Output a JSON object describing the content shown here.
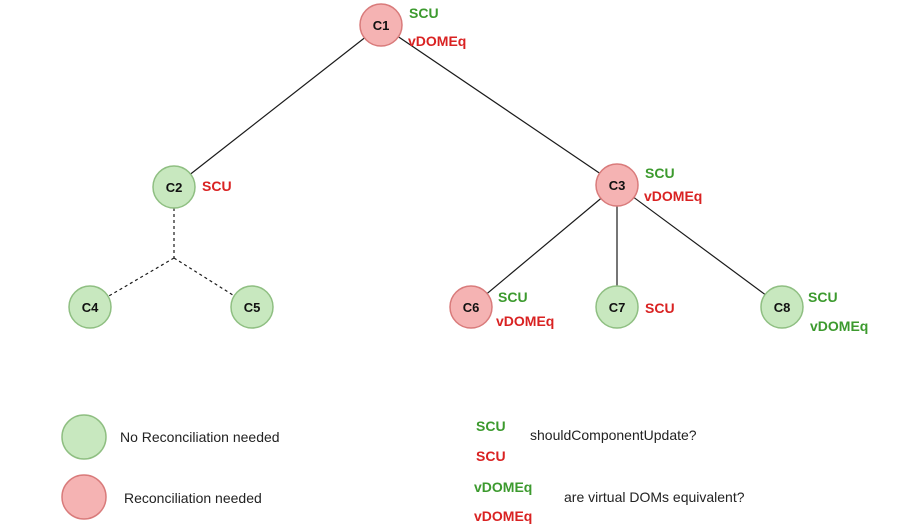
{
  "colors": {
    "green_fill": "#c8e8bf",
    "green_stroke": "#8fbf82",
    "red_fill": "#f5b3b3",
    "red_stroke": "#d97b7b",
    "green_text": "#3c9a2e",
    "red_text": "#d92222",
    "edge": "#1a1a1a"
  },
  "nodes": {
    "c1": {
      "label": "C1",
      "state": "red",
      "tags": [
        {
          "text": "SCU",
          "color": "green"
        },
        {
          "text": "vDOMEq",
          "color": "red"
        }
      ]
    },
    "c2": {
      "label": "C2",
      "state": "green",
      "tags": [
        {
          "text": "SCU",
          "color": "red"
        }
      ]
    },
    "c3": {
      "label": "C3",
      "state": "red",
      "tags": [
        {
          "text": "SCU",
          "color": "green"
        },
        {
          "text": "vDOMEq",
          "color": "red"
        }
      ]
    },
    "c4": {
      "label": "C4",
      "state": "green",
      "tags": []
    },
    "c5": {
      "label": "C5",
      "state": "green",
      "tags": []
    },
    "c6": {
      "label": "C6",
      "state": "red",
      "tags": [
        {
          "text": "SCU",
          "color": "green"
        },
        {
          "text": "vDOMEq",
          "color": "red"
        }
      ]
    },
    "c7": {
      "label": "C7",
      "state": "green",
      "tags": [
        {
          "text": "SCU",
          "color": "red"
        }
      ]
    },
    "c8": {
      "label": "C8",
      "state": "green",
      "tags": [
        {
          "text": "SCU",
          "color": "green"
        },
        {
          "text": "vDOMEq",
          "color": "green"
        }
      ]
    }
  },
  "edges": [
    {
      "from": "c1",
      "to": "c2",
      "style": "solid"
    },
    {
      "from": "c1",
      "to": "c3",
      "style": "solid"
    },
    {
      "from": "c3",
      "to": "c6",
      "style": "solid"
    },
    {
      "from": "c3",
      "to": "c7",
      "style": "solid"
    },
    {
      "from": "c3",
      "to": "c8",
      "style": "solid"
    },
    {
      "from": "c2",
      "to": "c4",
      "style": "dashed"
    },
    {
      "from": "c2",
      "to": "c5",
      "style": "dashed"
    }
  ],
  "legend": {
    "no_reconciliation": "No Reconciliation needed",
    "reconciliation": "Reconciliation needed",
    "scu_green": "SCU",
    "scu_red": "SCU",
    "scu_desc": "shouldComponentUpdate?",
    "vdom_green": "vDOMEq",
    "vdom_red": "vDOMEq",
    "vdom_desc": "are virtual DOMs equivalent?"
  }
}
